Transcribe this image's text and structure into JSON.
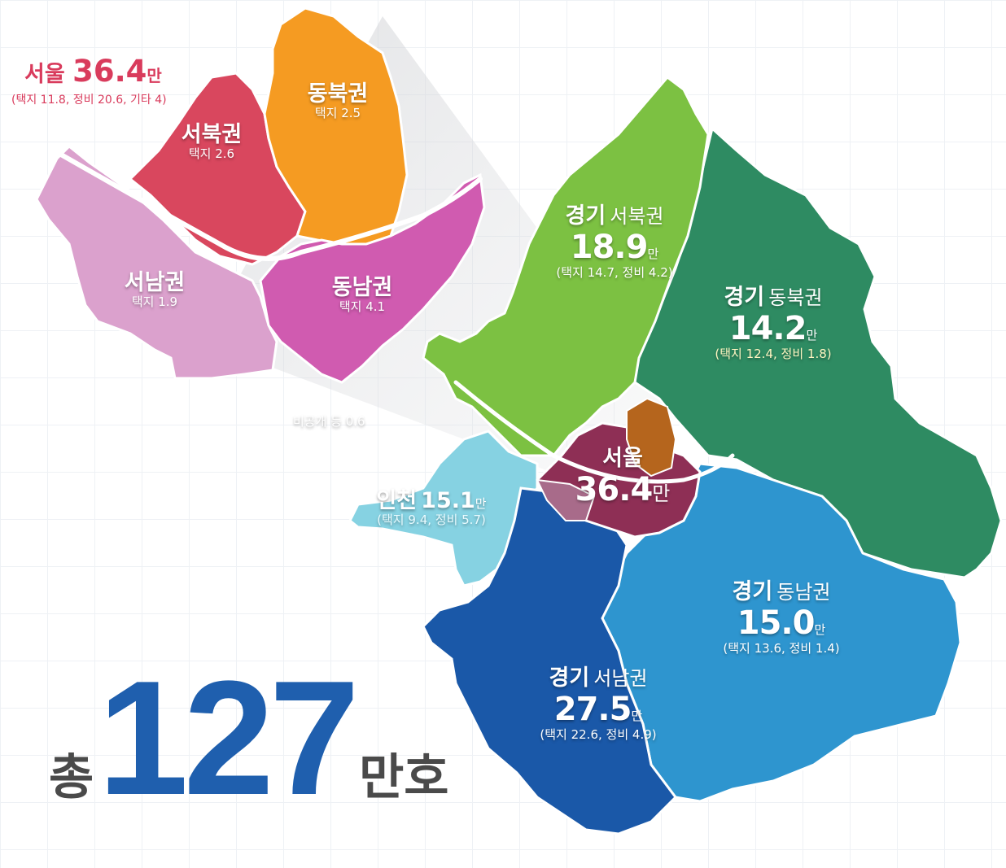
{
  "callout": {
    "seoul_name": "서울",
    "seoul_value": "36.4",
    "seoul_unit": "만",
    "seoul_detail": "(택지 11.8, 정비 20.6, 기타 4)"
  },
  "inset_regions": [
    {
      "id": "seoul-northeast",
      "name": "동북권",
      "detail": "택지 2.5",
      "color": "#f59b22"
    },
    {
      "id": "seoul-northwest",
      "name": "서북권",
      "detail": "택지 2.6",
      "color": "#d9475e"
    },
    {
      "id": "seoul-southwest",
      "name": "서남권",
      "detail": "택지 1.9",
      "color": "#dba1cd"
    },
    {
      "id": "seoul-southeast",
      "name": "동남권",
      "detail": "택지 4.1",
      "color": "#d05bb0"
    }
  ],
  "inset_note": "비공개 등 0.6",
  "regions": [
    {
      "id": "gyeonggi-northwest",
      "prefix": "경기",
      "name": "서북권",
      "value": "18.9",
      "unit": "만",
      "detail": "(택지 14.7, 정비 4.2)",
      "color": "#7cc142"
    },
    {
      "id": "gyeonggi-northeast",
      "prefix": "경기",
      "name": "동북권",
      "value": "14.2",
      "unit": "만",
      "detail": "(택지 12.4, 정비 1.8)",
      "color": "#2e8b62"
    },
    {
      "id": "gyeonggi-southeast",
      "prefix": "경기",
      "name": "동남권",
      "value": "15.0",
      "unit": "만",
      "detail": "(택지 13.6, 정비 1.4)",
      "color": "#2e95cf"
    },
    {
      "id": "gyeonggi-southwest",
      "prefix": "경기",
      "name": "서남권",
      "value": "27.5",
      "unit": "만",
      "detail": "(택지 22.6, 정비 4.9)",
      "color": "#1a58a8"
    },
    {
      "id": "incheon",
      "name": "인천",
      "value": "15.1",
      "unit": "만",
      "detail": "(택지 9.4, 정비 5.7)",
      "color": "#86d2e2"
    },
    {
      "id": "seoul",
      "name": "서울",
      "value": "36.4",
      "unit": "만",
      "color": "#8e2f55"
    }
  ],
  "total": {
    "prefix": "총",
    "value": "127",
    "suffix": "만호"
  }
}
